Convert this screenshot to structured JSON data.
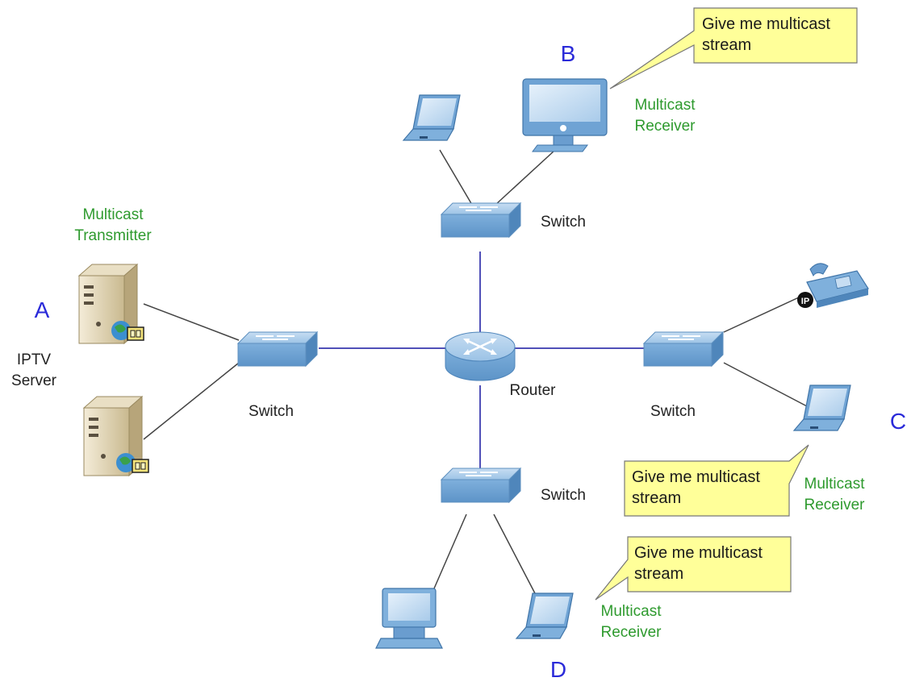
{
  "letters": {
    "a": "A",
    "b": "B",
    "c": "C",
    "d": "D"
  },
  "labels": {
    "iptv_line1": "IPTV",
    "iptv_line2": "Server",
    "transmitter_line1": "Multicast",
    "transmitter_line2": "Transmitter",
    "receiver_line1": "Multicast",
    "receiver_line2": "Receiver",
    "switch": "Switch",
    "router": "Router",
    "ip_badge": "IP"
  },
  "callout": {
    "line1": "Give me multicast",
    "line2": "stream"
  },
  "colors": {
    "device_blue": "#7fb0dc",
    "device_dark": "#4a7fb0",
    "callout_fill": "#ffff99",
    "link_blue": "#5050b8",
    "link_gray": "#444444",
    "letter_blue": "#2b2bd9",
    "label_green": "#2e9a2e"
  }
}
